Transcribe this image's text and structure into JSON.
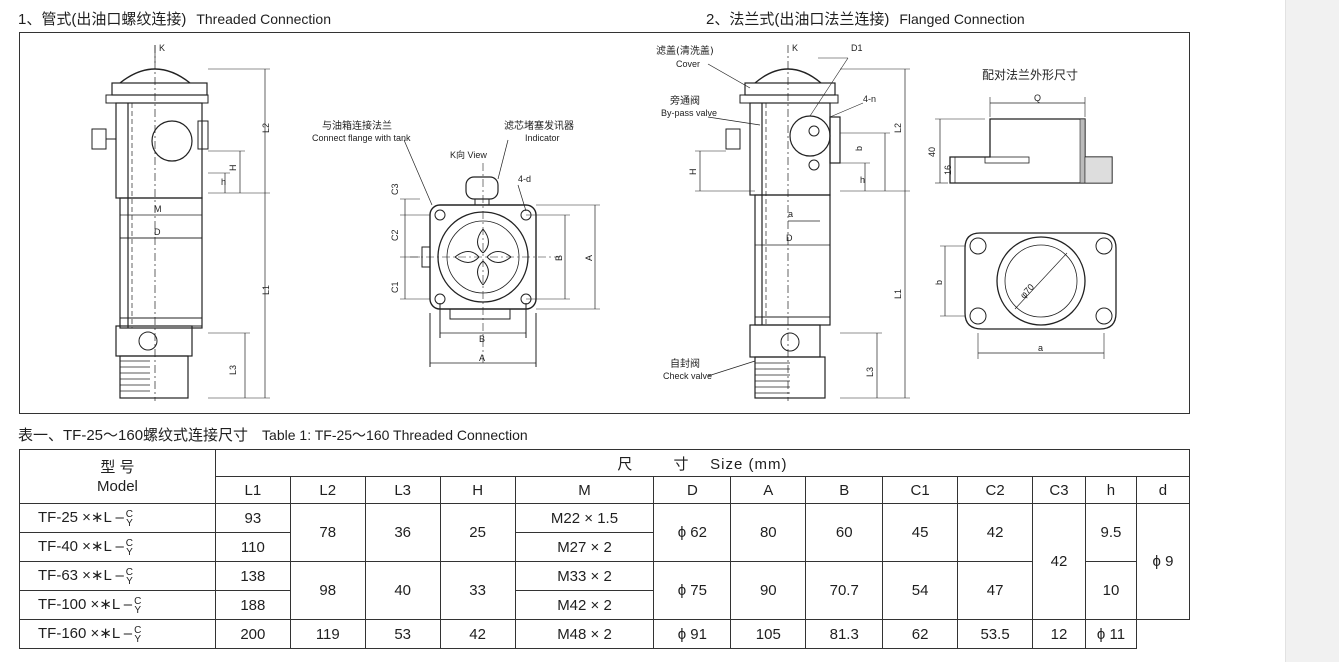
{
  "headings": {
    "threaded_cn": "1、管式(出油口螺纹连接)",
    "threaded_en": "Threaded Connection",
    "flanged_cn": "2、法兰式(出油口法兰连接)",
    "flanged_en": "Flanged Connection"
  },
  "drawing_labels": {
    "k": "K",
    "l1": "L1",
    "l2": "L2",
    "l3": "L3",
    "h_upper": "H",
    "h_lower": "h",
    "m": "M",
    "d": "D",
    "mount_flange_cn": "与油箱连接法兰",
    "mount_flange_en": "Connect flange with tank",
    "indicator_cn": "滤芯堵塞发讯器",
    "indicator_en": "Indicator",
    "k_view": "K向 View",
    "holes": "4-d",
    "c1": "C1",
    "c2": "C2",
    "c3": "C3",
    "a": "A",
    "b": "B",
    "cover_cn": "滤盖(清洗盖)",
    "cover_en": "Cover",
    "bypass_cn": "旁通阀",
    "bypass_en": "By-pass valve",
    "d1": "D1",
    "holes_n": "4-n",
    "check_cn": "自封阀",
    "check_en": "Check valve",
    "small_a": "a",
    "small_b": "b",
    "counter_flange": "配对法兰外形尺寸",
    "q": "Q",
    "dim_40": "40",
    "dim_16": "16",
    "phi70": "φ70"
  },
  "caption": {
    "cn": "表一、TF-25～160螺纹式连接尺寸",
    "en": "Table 1: TF-25～160 Threaded Connection"
  },
  "table": {
    "model_cn": "型  号",
    "model_en": "Model",
    "size_cn_1": "尺",
    "size_cn_2": "寸",
    "size_en": "Size  (mm)",
    "columns": [
      "L1",
      "L2",
      "L3",
      "H",
      "M",
      "D",
      "A",
      "B",
      "C1",
      "C2",
      "C3",
      "h",
      "d"
    ],
    "models": [
      "TF-25 ×∗L –",
      "TF-40 ×∗L –",
      "TF-63 ×∗L –",
      "TF-100 ×∗L –",
      "TF-160 ×∗L –"
    ],
    "model_suffix_top": "C",
    "model_suffix_bottom": "Y",
    "l1": [
      "93",
      "110",
      "138",
      "188",
      "200"
    ],
    "l2": [
      "78",
      "98",
      "119"
    ],
    "l3": [
      "36",
      "40",
      "53"
    ],
    "h_col": [
      "25",
      "33",
      "42"
    ],
    "m": [
      "M22 × 1.5",
      "M27 × 2",
      "M33 × 2",
      "M42 × 2",
      "M48 × 2"
    ],
    "d_col": [
      "ϕ 62",
      "ϕ 75",
      "ϕ 91"
    ],
    "a": [
      "80",
      "90",
      "105"
    ],
    "b": [
      "60",
      "70.7",
      "81.3"
    ],
    "c1": [
      "45",
      "54",
      "62"
    ],
    "c2": [
      "42",
      "47",
      "53.5"
    ],
    "c3": [
      "42"
    ],
    "h_small": [
      "9.5",
      "10",
      "12"
    ],
    "d_small": [
      "ϕ 9",
      "ϕ 11"
    ]
  }
}
